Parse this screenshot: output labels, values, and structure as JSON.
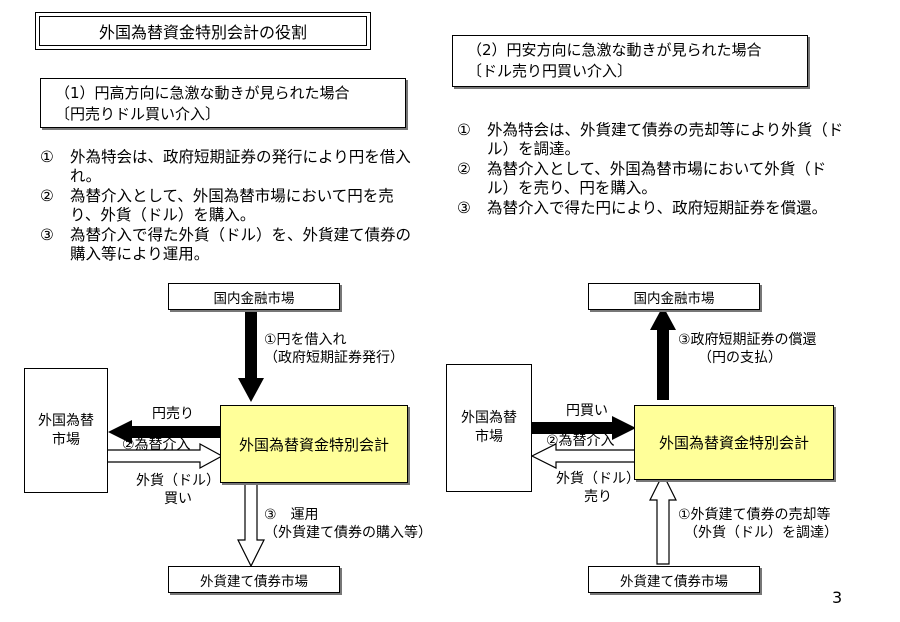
{
  "page_title": "外国為替資金特別会計の役割",
  "left": {
    "case_title_line1": "（1）円高方向に急激な動きが見られた場合",
    "case_title_line2": "〔円売りドル買い介入〕",
    "steps": [
      {
        "num": "①",
        "text": "外為特会は、政府短期証券の発行により円を借入れ。"
      },
      {
        "num": "②",
        "text": "為替介入として、外国為替市場において円を売り、外貨（ドル）を購入。"
      },
      {
        "num": "③",
        "text": "為替介入で得た外貨（ドル）を、外貨建て債券の購入等により運用。"
      }
    ],
    "domestic_market": "国内金融市場",
    "fx_market_line1": "外国為替",
    "fx_market_line2": "市場",
    "fund_name": "外国為替資金特別会計",
    "bond_market": "外貨建て債券市場",
    "borrow_line1": "①円を借入れ",
    "borrow_line2": "（政府短期証券発行）",
    "yen_sell": "円売り",
    "intervention": "②為替介入",
    "fx_buy_line1": "外貨（ドル）",
    "fx_buy_line2": "買い",
    "invest_line1": "③　運用",
    "invest_line2": "（外貨建て債券の購入等）"
  },
  "right": {
    "case_title_line1": "（2）円安方向に急激な動きが見られた場合",
    "case_title_line2": "〔ドル売り円買い介入〕",
    "steps": [
      {
        "num": "①",
        "text": "外為特会は、外貨建て債券の売却等により外貨（ドル）を調達。"
      },
      {
        "num": "②",
        "text": "為替介入として、外国為替市場において外貨（ドル）を売り、円を購入。"
      },
      {
        "num": "③",
        "text": "為替介入で得た円により、政府短期証券を償還。"
      }
    ],
    "domestic_market": "国内金融市場",
    "fx_market_line1": "外国為替",
    "fx_market_line2": "市場",
    "fund_name": "外国為替資金特別会計",
    "bond_market": "外貨建て債券市場",
    "redeem_line1": "③政府短期証券の償還",
    "redeem_line2": "（円の支払）",
    "yen_buy": "円買い",
    "intervention": "②為替介入",
    "fx_sell_line1": "外貨（ドル）",
    "fx_sell_line2": "売り",
    "raise_line1": "①外貨建て債券の売却等",
    "raise_line2": "（外貨（ドル）を調達）"
  },
  "page_number": "3",
  "colors": {
    "fund_fill": "#ffff99",
    "border": "#000000"
  }
}
